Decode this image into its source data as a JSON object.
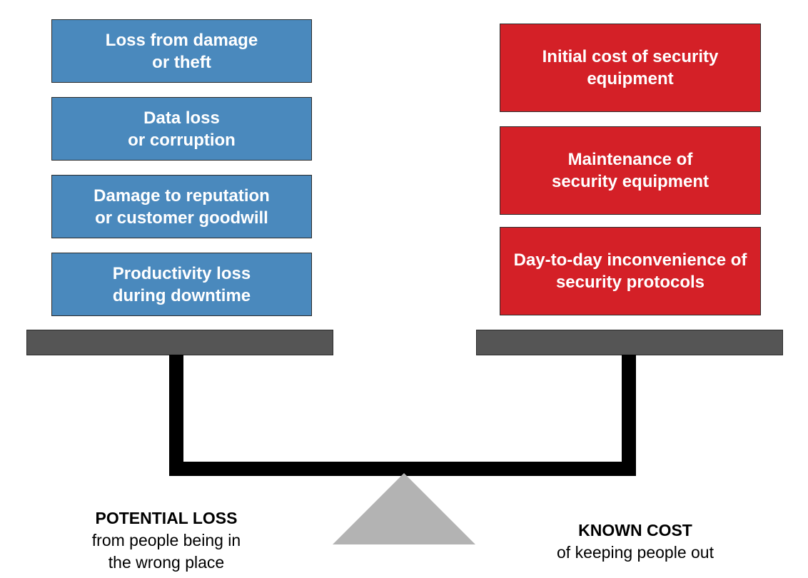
{
  "colors": {
    "loss_box": "#4a89bd",
    "cost_box": "#d42027",
    "plate": "#555555",
    "beam": "#000000",
    "fulcrum": "#b3b3b3"
  },
  "left_side": {
    "items": [
      {
        "line1": "Loss from damage",
        "line2": "or theft"
      },
      {
        "line1": "Data loss",
        "line2": "or corruption"
      },
      {
        "line1": "Damage to reputation",
        "line2": "or customer goodwill"
      },
      {
        "line1": "Productivity loss",
        "line2": "during downtime"
      }
    ],
    "caption": {
      "title": "POTENTIAL LOSS",
      "line1": "from people being in",
      "line2": "the wrong place"
    }
  },
  "right_side": {
    "items": [
      {
        "line1": "Initial cost of security",
        "line2": "equipment"
      },
      {
        "line1": "Maintenance of",
        "line2": "security equipment"
      },
      {
        "line1": "Day-to-day inconvenience of",
        "line2": "security protocols"
      }
    ],
    "caption": {
      "title": "KNOWN COST",
      "line1": "of keeping people out"
    }
  }
}
